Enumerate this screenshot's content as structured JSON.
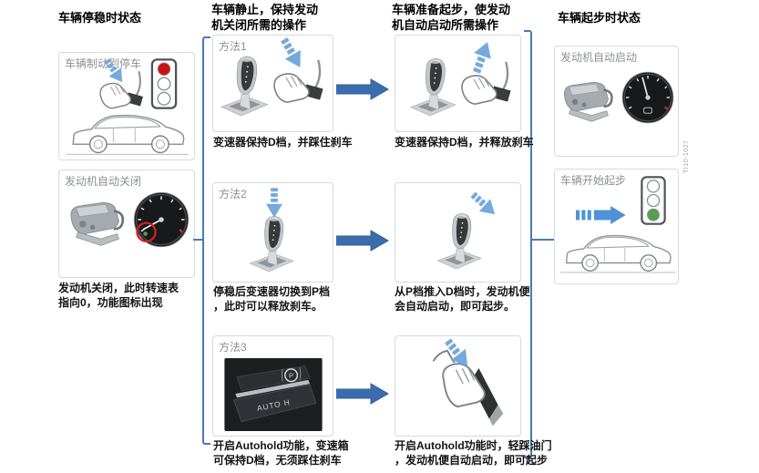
{
  "diagram": {
    "left_column": {
      "header": "车辆停稳时状态",
      "box1_label": "车辆制动到停车",
      "box2_label": "发动机自动关闭",
      "caption": "发动机关闭，此时转速表\n指向0，功能图标出现"
    },
    "middle": {
      "keep_off_header": "车辆静止，保持发动\n机关闭所需的操作",
      "restart_header": "车辆准备起步，使发动\n机自动启动所需操作",
      "methods": [
        {
          "label": "方法1",
          "before_caption": "变速器保持D档，并踩住刹车",
          "after_caption": "变速器保持D档，并释放刹车"
        },
        {
          "label": "方法2",
          "before_caption": "停稳后变速器切换到P档\n，此时可以释放刹车。",
          "after_caption": "从P档推入D档时，发动机便\n会自动启动，即可起步。"
        },
        {
          "label": "方法3",
          "before_caption": "开启Autohold功能，变速箱\n可保持D档，无须踩住刹车",
          "after_caption": "开启Autohold功能时，轻踩油门\n，发动机便自动启动，即可起步"
        }
      ]
    },
    "right_column": {
      "header": "车辆起步时状态",
      "box1_label": "发动机自动启动",
      "box2_label": "车辆开始起步"
    },
    "auto_hold_button_label": "AUTO H",
    "parking_brake_label": "P",
    "watermark": "TI10-1027"
  },
  "colors": {
    "accent_blue": "#3b6cae",
    "bracket_blue": "#4a7ab8",
    "motion_blue": "#74a9dd",
    "speed_blue": "#4f93d6",
    "box_border": "#d9d9d9",
    "label_gray": "#8c9094",
    "text": "#141414",
    "red_light": "#cc1212",
    "green_light": "#55a04a",
    "red_ring": "#d61f1f"
  },
  "icons": {
    "gear_shifter": "gear-shifter-icon",
    "brake_pedal": "brake-pedal-icon",
    "accelerator_pedal": "accelerator-pedal-icon",
    "traffic_light": "traffic-light-icon",
    "car": "car-side-icon",
    "engine": "engine-icon",
    "tachometer": "tachometer-icon",
    "auto_hold_button": "auto-hold-button-icon",
    "parking_brake": "parking-brake-icon",
    "motion_arrow": "motion-arrow-icon",
    "flow_arrow": "flow-arrow-icon"
  }
}
